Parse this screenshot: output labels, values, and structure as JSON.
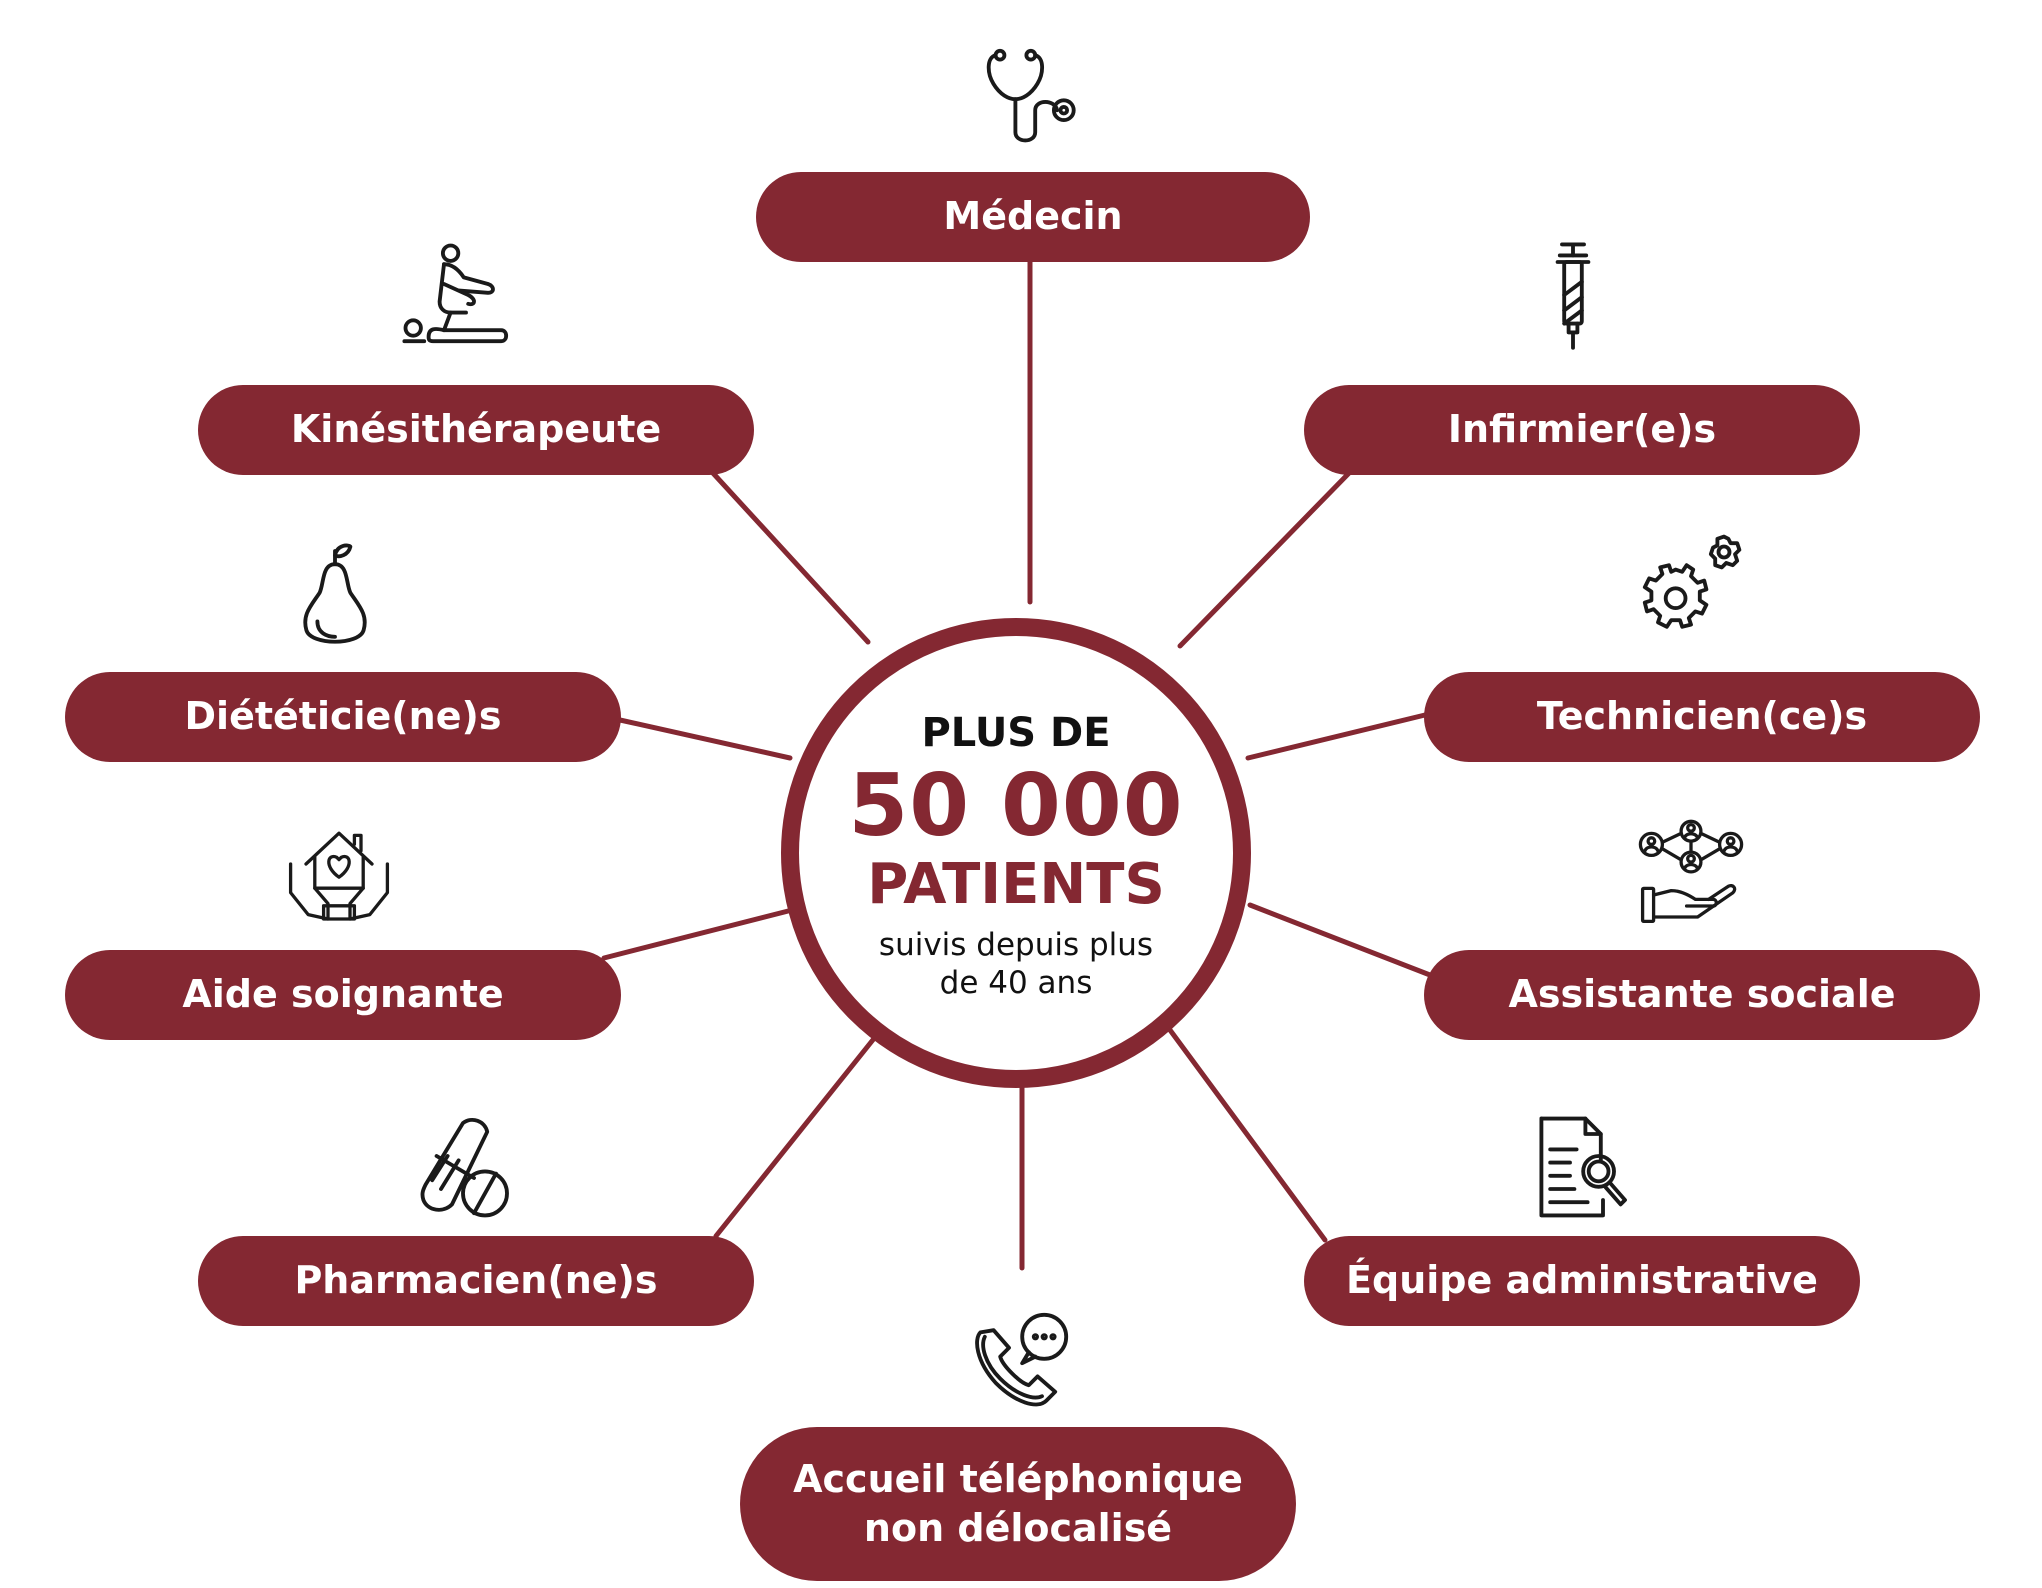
{
  "colors": {
    "accent": "#842832",
    "text_dark": "#111111",
    "pill_text": "#ffffff",
    "icon_stroke": "#1a1a1a"
  },
  "center": {
    "line1": "PLUS DE",
    "line2": "50 000",
    "line3": "PATIENTS",
    "line4a": "suivis depuis plus",
    "line4b": "de 40 ans"
  },
  "nodes": [
    {
      "id": "medecin",
      "label": "Médecin",
      "icon": "stethoscope-icon"
    },
    {
      "id": "infirmiers",
      "label": "Infirmier(e)s",
      "icon": "syringe-icon"
    },
    {
      "id": "techniciens",
      "label": "Technicien(ce)s",
      "icon": "gears-icon"
    },
    {
      "id": "assistante",
      "label": "Assistante sociale",
      "icon": "people-network-hand-icon"
    },
    {
      "id": "administrative",
      "label": "Équipe administrative",
      "icon": "document-search-icon"
    },
    {
      "id": "accueil",
      "label_line1": "Accueil téléphonique",
      "label_line2": "non délocalisé",
      "icon": "phone-chat-icon"
    },
    {
      "id": "pharmaciens",
      "label": "Pharmacien(ne)s",
      "icon": "pills-icon"
    },
    {
      "id": "aide",
      "label": "Aide soignante",
      "icon": "home-care-icon"
    },
    {
      "id": "dieteticiens",
      "label": "Diététicie(ne)s",
      "icon": "pear-icon"
    },
    {
      "id": "kine",
      "label": "Kinésithérapeute",
      "icon": "massage-therapy-icon"
    }
  ]
}
